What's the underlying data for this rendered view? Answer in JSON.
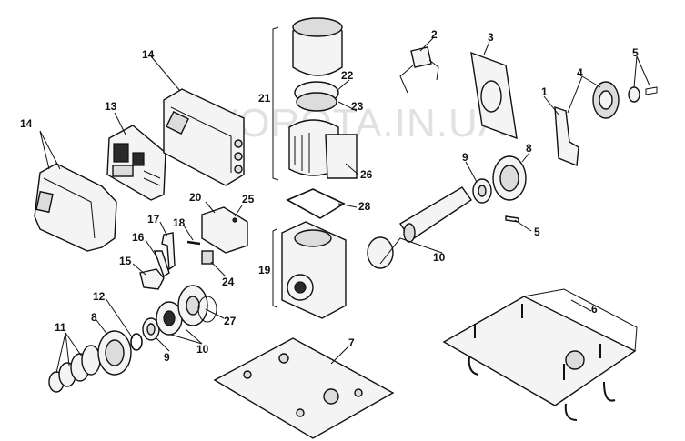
{
  "watermark": "VOROTA.IN.UA",
  "labels": {
    "l1": "1",
    "l2": "2",
    "l3": "3",
    "l4": "4",
    "l5a": "5",
    "l5b": "5",
    "l6": "6",
    "l7": "7",
    "l8a": "8",
    "l8b": "8",
    "l9a": "9",
    "l9b": "9",
    "l10a": "10",
    "l10b": "10",
    "l11": "11",
    "l12": "12",
    "l13": "13",
    "l14a": "14",
    "l14b": "14",
    "l15": "15",
    "l16": "16",
    "l17": "17",
    "l18": "18",
    "l19": "19",
    "l20": "20",
    "l21": "21",
    "l22": "22",
    "l23": "23",
    "l24": "24",
    "l25": "25",
    "l26": "26",
    "l27": "27",
    "l28": "28"
  }
}
